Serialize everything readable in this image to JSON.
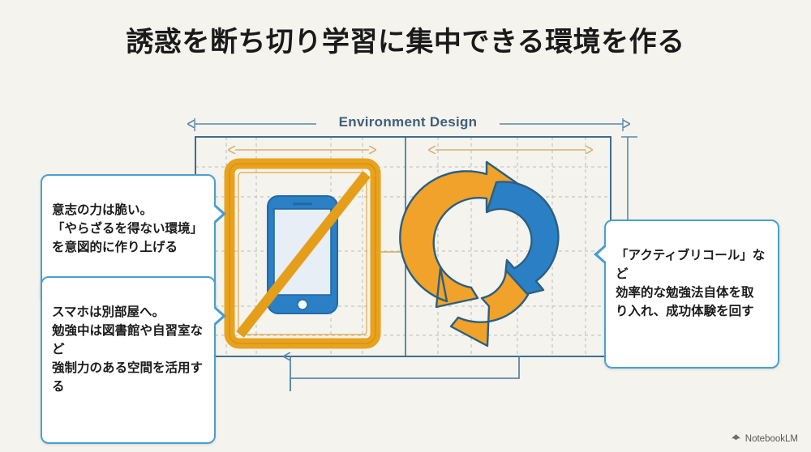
{
  "slide": {
    "title": "誘惑を断ち切り学習に集中できる環境を作る",
    "background_color": "#f4f3ee"
  },
  "blueprint": {
    "section_label": "Environment Design",
    "label_color": "#3f5f79",
    "frame_line_color": "#3f6d8e",
    "dimension_line_color": "#5b88a8",
    "inner_dimension_color": "#d8b272",
    "grid_color": "#b8b8b2",
    "flow_arrow_color": "#d8b272"
  },
  "illustrations": {
    "no_phone": {
      "icon": "no-smartphone-icon",
      "frame_color": "#e8a21d",
      "phone_body_color": "#2b7fc4",
      "phone_screen_color": "#e8eef5",
      "strike_color": "#e8a21d"
    },
    "cycle": {
      "icon": "circular-arrows-cycle-icon",
      "orange_color": "#f0a22a",
      "blue_color": "#2b7fc4",
      "outline_color": "#2c5f80"
    }
  },
  "callouts": {
    "left_top": {
      "name": "callout-willpower",
      "text": "意志の力は脆い。\n「やらざるを得ない環境」\nを意図的に作り上げる",
      "border_color": "#4a9fd0"
    },
    "left_bottom": {
      "name": "callout-phone-away",
      "text": "スマホは別部屋へ。\n勉強中は図書館や自習室など\n強制力のある空間を活用する",
      "border_color": "#4a9fd0"
    },
    "right": {
      "name": "callout-active-recall",
      "text": "「アクティブリコール」など\n効率的な勉強法自体を取\nり入れ、成功体験を回す",
      "border_color": "#4a9fd0"
    }
  },
  "watermark": {
    "label": "NotebookLM",
    "icon": "notebooklm-logo-icon"
  }
}
